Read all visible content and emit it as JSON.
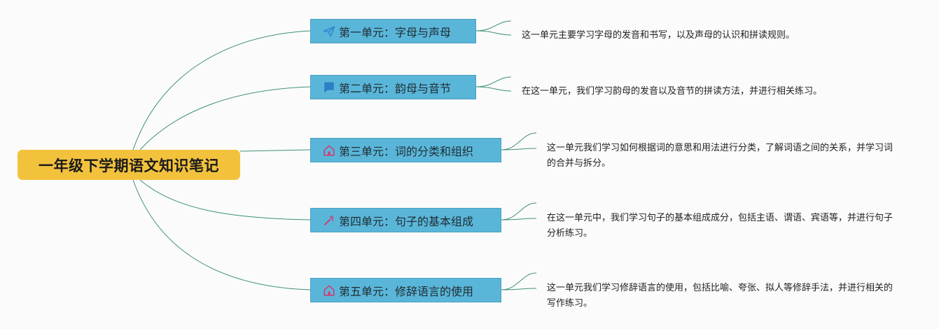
{
  "root": {
    "title": "一年级下学期语文知识笔记"
  },
  "units": [
    {
      "title": "第一单元：字母与声母",
      "icon": "paper-plane-icon",
      "icon_color": "#3a8fd6",
      "desc": "这一单元主要学习字母的发音和书写，以及声母的认识和拼读规则。"
    },
    {
      "title": "第二单元：韵母与音节",
      "icon": "flag-icon",
      "icon_color": "#2a7fc7",
      "desc": "在这一单元，我们学习韵母的发音以及音节的拼读方法，并进行相关练习。"
    },
    {
      "title": "第三单元：词的分类和组织",
      "icon": "home-icon",
      "icon_color": "#d6336c",
      "desc": "这一单元我们学习如何根据词的意思和用法进行分类，了解词语之间的关系，并学习词的合并与拆分。"
    },
    {
      "title": "第四单元：句子的基本组成",
      "icon": "magic-wand-icon",
      "icon_color": "#d6336c",
      "desc": "在这一单元中，我们学习句子的基本组成成分，包括主语、谓语、宾语等，并进行句子分析练习。"
    },
    {
      "title": "第五单元：修辞语言的使用",
      "icon": "home-icon",
      "icon_color": "#d6336c",
      "desc": "这一单元我们学习修辞语言的使用，包括比喻、夸张、拟人等修辞手法，并进行相关的写作练习。"
    }
  ],
  "colors": {
    "root": "#f3c23d",
    "node": "#5ab6d9",
    "line": "#3f8f7a"
  }
}
